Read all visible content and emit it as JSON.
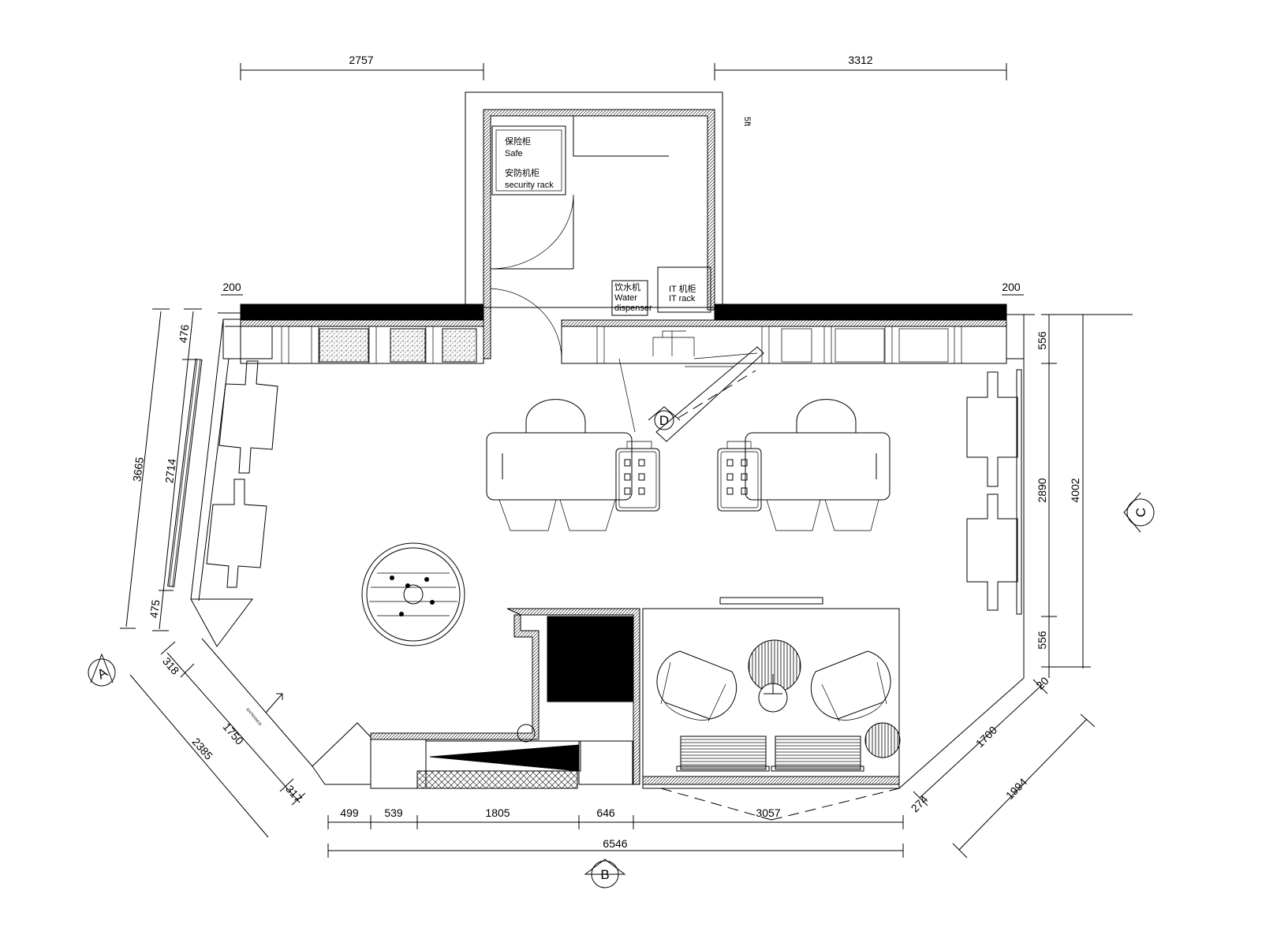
{
  "rooms": {
    "safe_cn": "保险柜",
    "safe_en": "Safe",
    "security_cn": "安防机柜",
    "security_en": "security rack",
    "water_cn": "饮水机",
    "water_en": "Water",
    "water_en2": "dispenser",
    "it_cn": "IT 机柜",
    "it_en": "IT rack",
    "entrance": "ENTRANCE",
    "corner_note": "5ft"
  },
  "dimensions": {
    "top_left": "2757",
    "top_right": "3312",
    "wall_left": "200",
    "wall_right": "200",
    "left_top": "476",
    "left_mid": "2714",
    "left_total": "3665",
    "left_bot": "475",
    "right_top": "556",
    "right_mid": "2890",
    "right_total": "4002",
    "right_bot": "556",
    "diag_left_a": "318",
    "diag_left_b": "1750",
    "diag_left_c": "317",
    "diag_left_total": "2385",
    "diag_right_a": "20",
    "diag_right_b": "1700",
    "diag_right_c": "274",
    "diag_right_total": "1994",
    "bottom_1": "499",
    "bottom_2": "539",
    "bottom_3": "1805",
    "bottom_4": "646",
    "bottom_5": "3057",
    "bottom_total": "6546"
  },
  "section_tags": {
    "a": "A",
    "b": "B",
    "c": "C",
    "d": "D"
  }
}
